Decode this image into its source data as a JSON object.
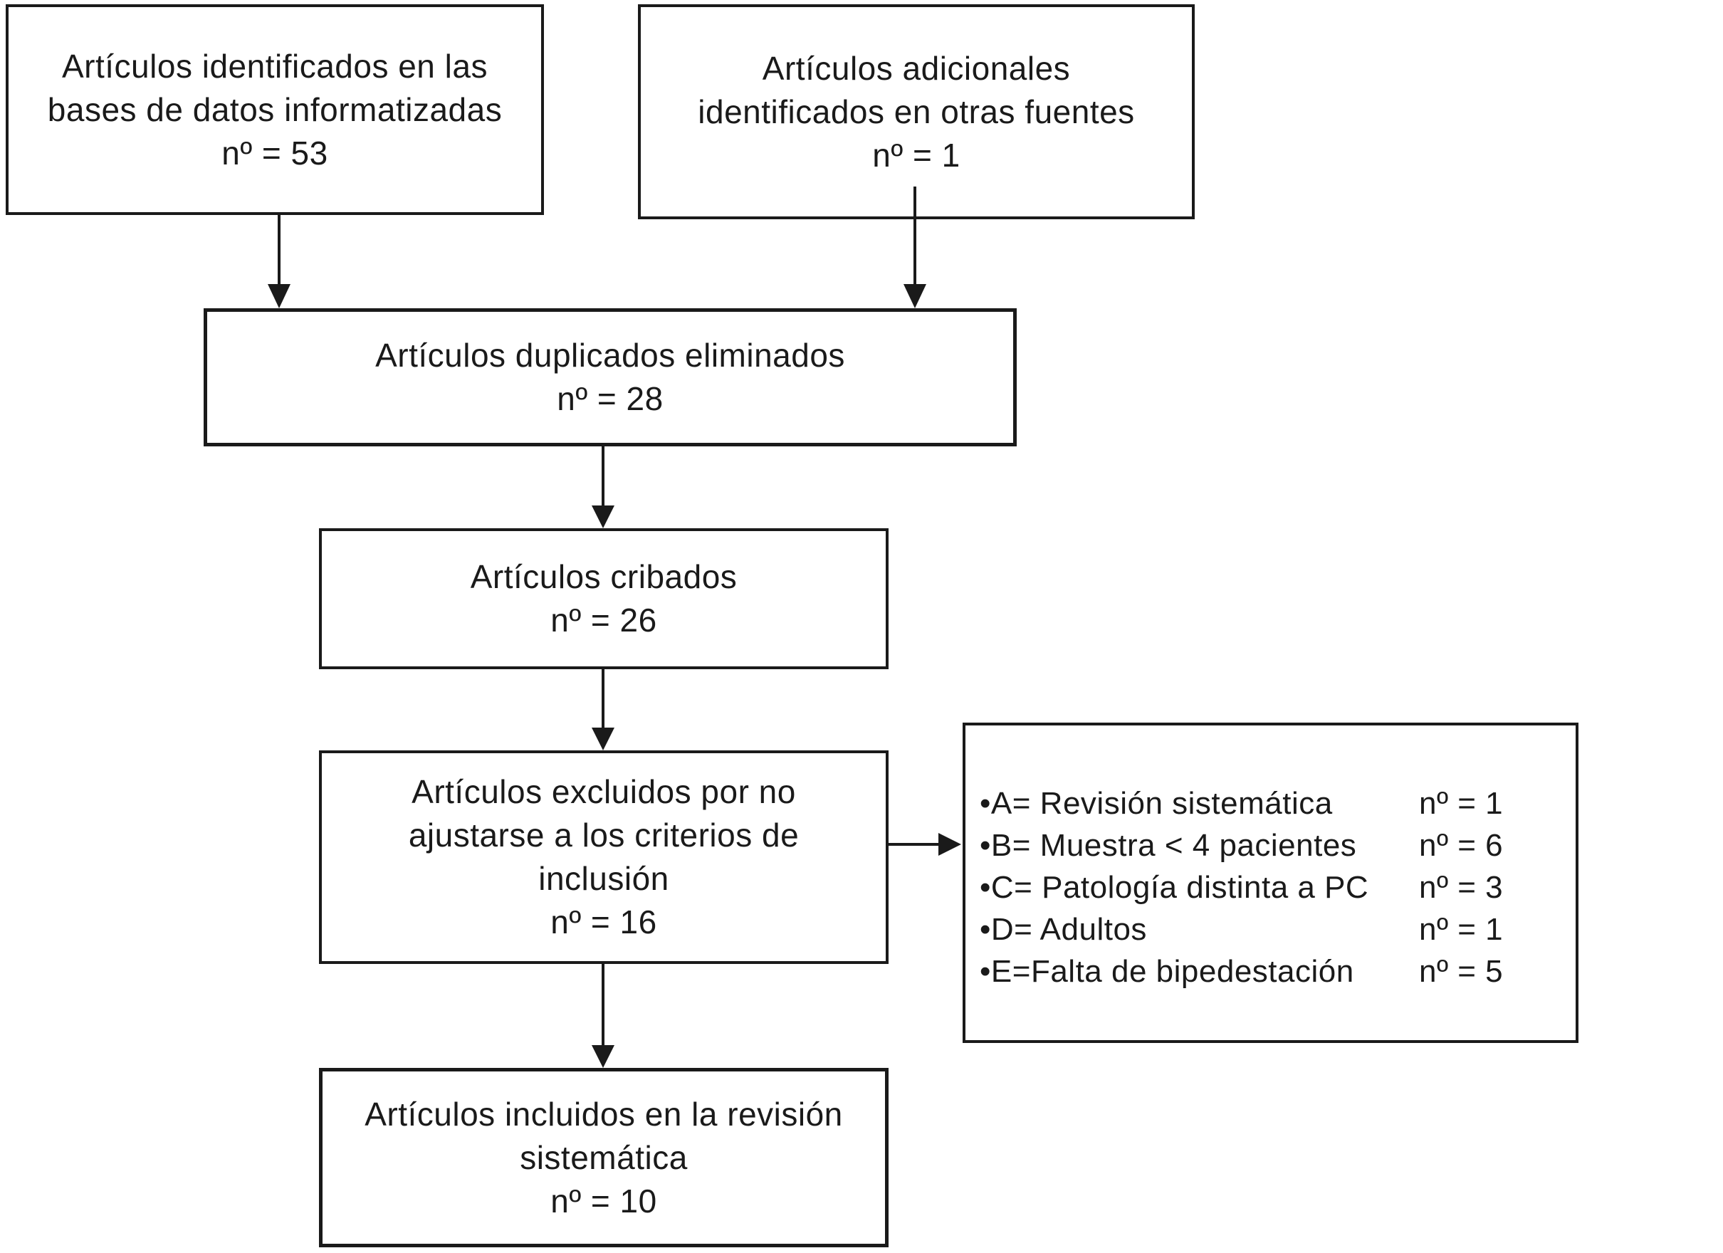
{
  "colors": {
    "background": "#ffffff",
    "line": "#1a1a1a",
    "text": "#1a1a1a"
  },
  "boxes": {
    "identified_db": {
      "lines": [
        "Artículos identificados en las",
        "bases de datos informatizadas",
        "nº = 53"
      ]
    },
    "additional_sources": {
      "lines": [
        "Artículos adicionales",
        "identificados en otras fuentes",
        "nº = 1"
      ]
    },
    "duplicates_removed": {
      "lines": [
        "Artículos duplicados eliminados",
        "nº = 28"
      ]
    },
    "screened": {
      "lines": [
        "Artículos cribados",
        "nº = 26"
      ]
    },
    "excluded": {
      "lines": [
        "Artículos excluidos por no",
        "ajustarse a los criterios de",
        "inclusión",
        "nº = 16"
      ]
    },
    "included": {
      "lines": [
        "Artículos incluidos en la revisión",
        "sistemática",
        "nº = 10"
      ]
    },
    "exclusion_reasons": {
      "rows": [
        {
          "label": "•A= Revisión sistemática",
          "value": "nº = 1"
        },
        {
          "label": "•B= Muestra < 4 pacientes",
          "value": "nº = 6"
        },
        {
          "label": "•C= Patología distinta a PC",
          "value": "nº = 3"
        },
        {
          "label": "•D= Adultos",
          "value": "nº = 1"
        },
        {
          "label": "•E=Falta de bipedestación",
          "value": "nº = 5"
        }
      ]
    }
  }
}
